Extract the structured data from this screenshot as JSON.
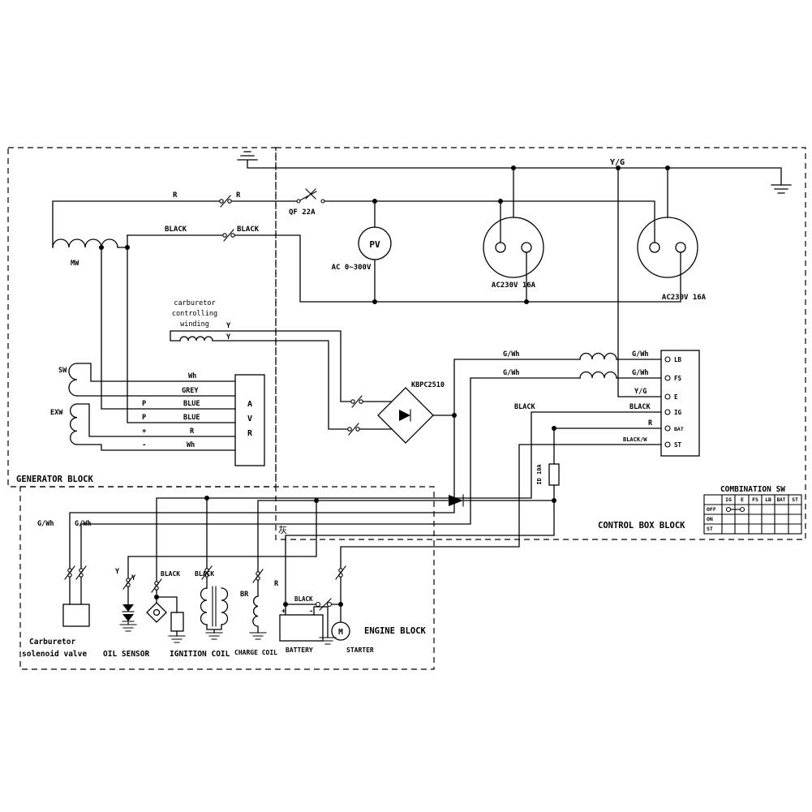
{
  "colors": {
    "line": "#000000",
    "background": "#ffffff"
  },
  "blocks": {
    "generator": "GENERATOR BLOCK",
    "control_box": "CONTROL BOX BLOCK",
    "engine": "ENGINE BLOCK"
  },
  "top": {
    "ground_wire_label": "Y/G",
    "r_label_1": "R",
    "r_label_2": "R",
    "breaker_label": "QF 22A",
    "black_label_1": "BLACK",
    "black_label_2": "BLACK",
    "voltmeter": {
      "label": "PV",
      "range": "AC 0~300V"
    },
    "socket1_label": "AC230V 16A",
    "socket2_label": "AC230V 16A"
  },
  "generator": {
    "mw": "MW",
    "sw": "SW",
    "exw": "EXW",
    "carb_winding": {
      "line1": "carburetor",
      "line2": "controlling",
      "line3": "winding"
    },
    "y_label_1": "Y",
    "y_label_2": "Y",
    "avr": {
      "l1": "A",
      "l2": "V",
      "l3": "R"
    },
    "inputs": {
      "wh1": "Wh",
      "grey": "GREY",
      "blue1": "BLUE",
      "blue2": "BLUE",
      "r": "R",
      "wh2": "Wh",
      "p1": "P",
      "p2": "P",
      "plus": "+",
      "minus": "-"
    }
  },
  "control": {
    "rectifier_label": "KBPC2510",
    "fuse_label": "ID 10A",
    "wire_labels": {
      "gwh_left1": "G/Wh",
      "gwh_left2": "G/Wh",
      "black_left": "BLACK",
      "gwh_right1": "G/Wh",
      "gwh_right2": "G/Wh",
      "yg": "Y/G",
      "black_right": "BLACK",
      "r": "R",
      "black_w": "BLACK/W"
    },
    "connector_pins": [
      {
        "pin": "LB"
      },
      {
        "pin": "FS"
      },
      {
        "pin": "E"
      },
      {
        "pin": "IG"
      },
      {
        "pin": "BAT"
      },
      {
        "pin": "ST"
      }
    ],
    "combination_sw": {
      "title": "COMBINATION SW",
      "columns": [
        "IG",
        "E",
        "FS",
        "LB",
        "BAT",
        "ST"
      ],
      "rows": [
        "OFF",
        "ON",
        "ST"
      ],
      "connections": [
        {
          "row": "OFF",
          "pins": [
            "IG",
            "E"
          ]
        }
      ]
    }
  },
  "engine": {
    "wire_labels": {
      "gwh1": "G/Wh",
      "gwh2": "G/Wh",
      "y1": "Y",
      "y2": "Y",
      "black1": "BLACK",
      "black2": "BLACK",
      "br": "BR",
      "grey_cn": "灰",
      "r": "R",
      "black3": "BLACK"
    },
    "battery": {
      "label": "BATTERY",
      "plus": "+",
      "minus": "-"
    },
    "starter": {
      "label": "STARTER",
      "motor": "M"
    },
    "components": {
      "solenoid_line1": "Carburetor",
      "solenoid_line2": "solenoid valve",
      "oil_sensor": "OIL SENSOR",
      "ignition_coil": "IGNITION COIL",
      "charge_coil": "CHARGE COIL"
    }
  }
}
